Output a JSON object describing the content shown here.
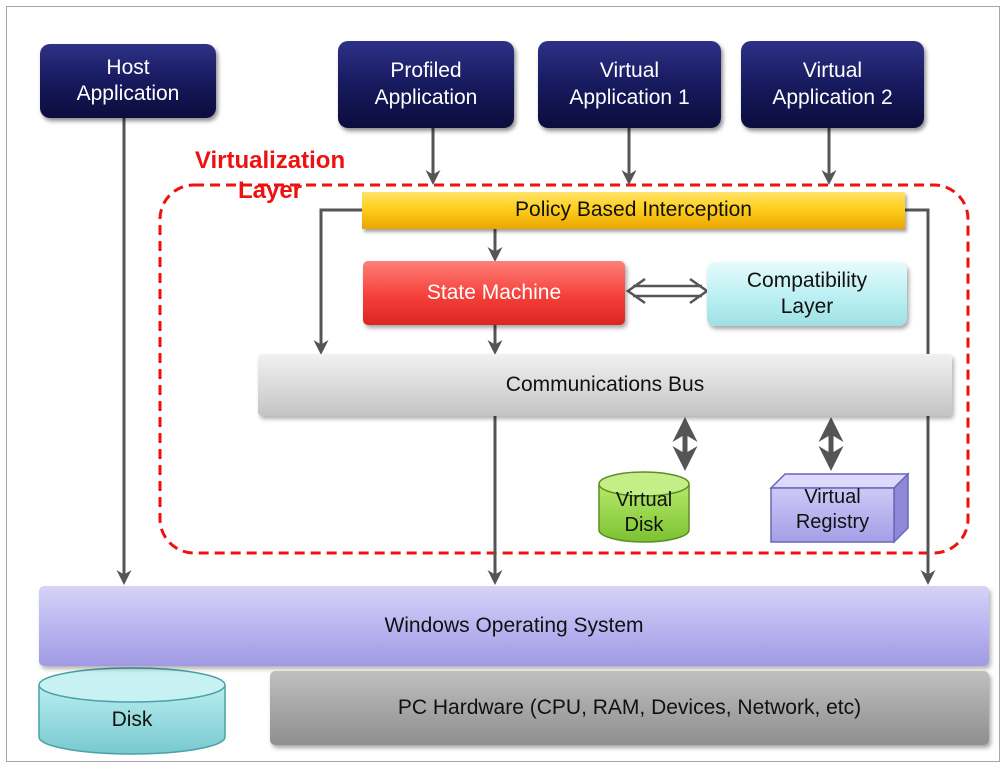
{
  "applications": {
    "host": "Host Application",
    "profiled": "Profiled Application",
    "virtual1": "Virtual Application 1",
    "virtual2": "Virtual Application 2"
  },
  "virtualization_layer": {
    "title": "Virtualization Layer",
    "policy": "Policy Based Interception",
    "state_machine": "State Machine",
    "compatibility": "Compatibility Layer",
    "bus": "Communications Bus",
    "virtual_disk": "Virtual Disk",
    "virtual_registry": "Virtual Registry"
  },
  "system": {
    "os": "Windows Operating System",
    "hardware": "PC Hardware (CPU, RAM, Devices, Network, etc)",
    "disk": "Disk"
  },
  "colors": {
    "app_box": "#171a5e",
    "policy": "#ffcf1c",
    "state_machine": "#f5403a",
    "compatibility": "#b7eef1",
    "bus": "#d7d7d7",
    "virtual_disk": "#8fd13f",
    "virtual_registry": "#b3aef0",
    "os": "#b8b3ef",
    "hardware": "#a4a4a4",
    "disk": "#8fd6dc",
    "layer_border": "#ee1111",
    "arrow": "#555555"
  }
}
